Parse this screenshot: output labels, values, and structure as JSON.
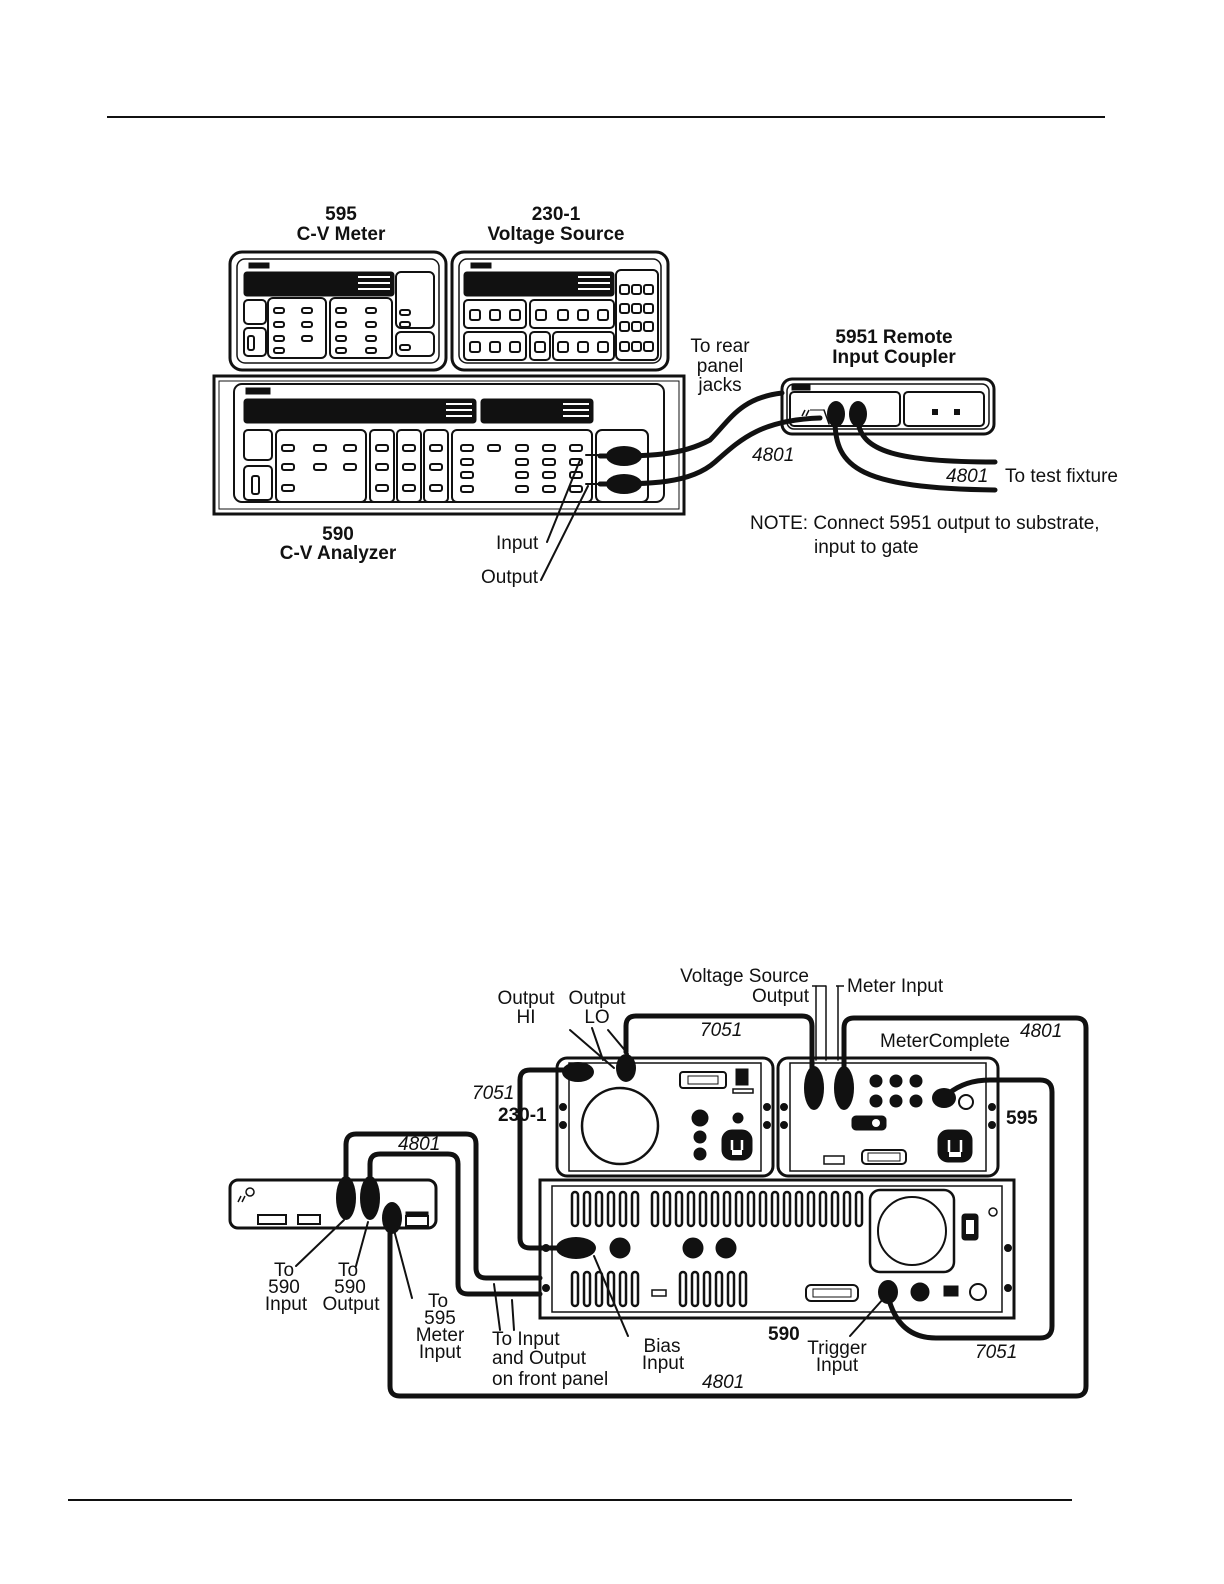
{
  "figure1": {
    "cv_meter": {
      "model": "595",
      "name": "C-V Meter"
    },
    "voltage_source": {
      "model": "230-1",
      "name": "Voltage Source"
    },
    "analyzer": {
      "model": "590",
      "name": "C-V Analyzer"
    },
    "coupler": {
      "line1": "5951 Remote",
      "line2": "Input Coupler"
    },
    "rear_jacks": {
      "line1": "To rear",
      "line2": "panel",
      "line3": "jacks"
    },
    "cable_upper": "4801",
    "cable_lower": "4801",
    "test_fixture": "To test fixture",
    "input_label": "Input",
    "output_label": "Output",
    "note": {
      "line1": "NOTE: Connect 5951 output to substrate,",
      "line2": "input to gate"
    }
  },
  "figure2": {
    "voltage_source_output": {
      "line1": "Voltage Source",
      "line2": "Output"
    },
    "meter_input": "Meter Input",
    "output_hi": {
      "line1": "Output",
      "line2": "HI"
    },
    "output_lo": {
      "line1": "Output",
      "line2": "LO"
    },
    "cable_7051_top": "7051",
    "cable_7051_left": "7051",
    "cable_7051_right": "7051",
    "cable_4801_top_right": "4801",
    "cable_4801_coupler": "4801",
    "cable_4801_bottom": "4801",
    "meter_complete": "MeterComplete",
    "unit_230": "230-1",
    "unit_595": "595",
    "unit_590": "590",
    "to_590_input": {
      "line1": "To",
      "line2": "590",
      "line3": "Input"
    },
    "to_590_output": {
      "line1": "To",
      "line2": "590",
      "line3": "Output"
    },
    "to_595_meter": {
      "line1": "To",
      "line2": "595",
      "line3": "Meter",
      "line4": "Input"
    },
    "to_front_panel": {
      "line1": "To Input",
      "line2": "and Output",
      "line3": "on front panel"
    },
    "bias_input": {
      "line1": "Bias",
      "line2": "Input"
    },
    "trigger_input": {
      "line1": "Trigger",
      "line2": "Input"
    }
  }
}
